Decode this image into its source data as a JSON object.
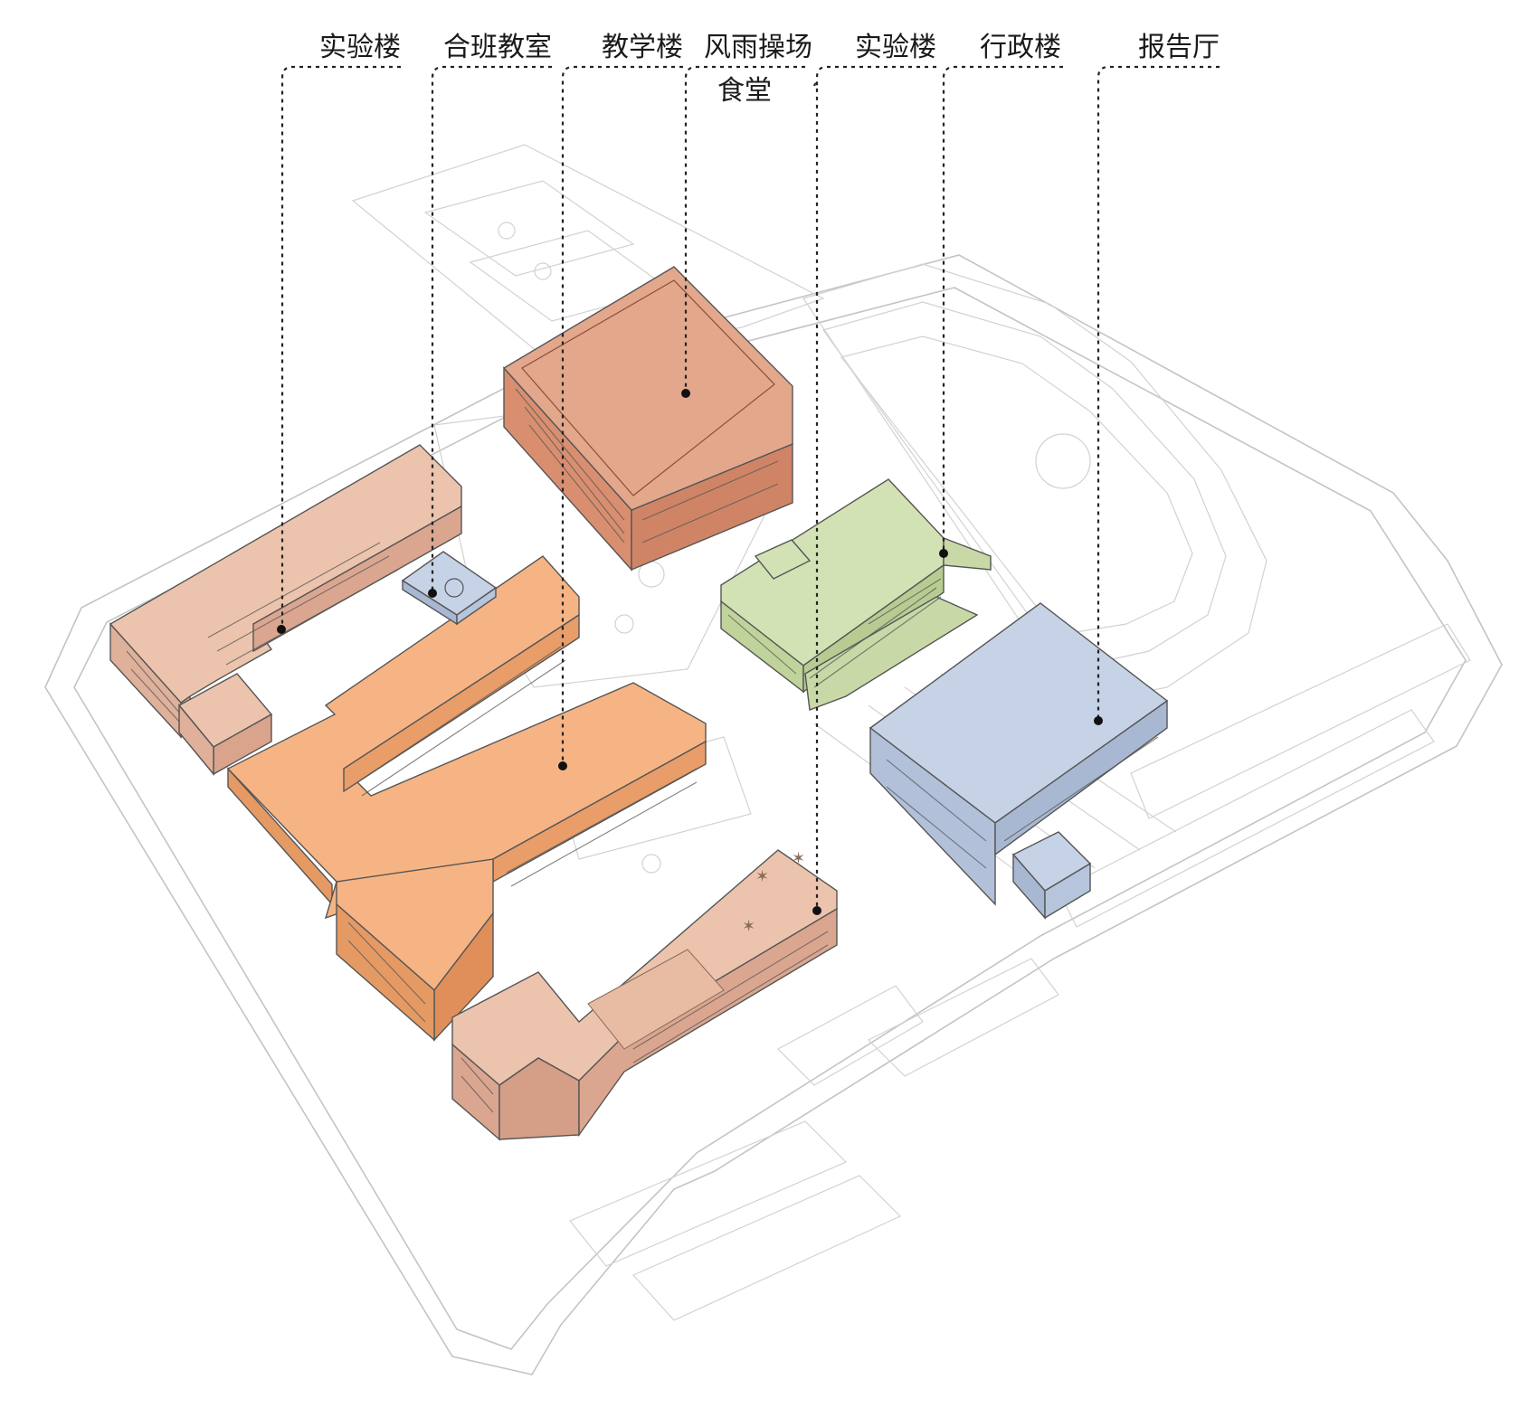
{
  "labels": {
    "lab_left": "实验楼",
    "combined_class": "合班教室",
    "teaching": "教学楼",
    "covered_field": "风雨操场",
    "canteen": "食堂",
    "lab_right": "实验楼",
    "admin": "行政楼",
    "auditorium": "报告厅"
  },
  "colors": {
    "teaching": "#f6b484",
    "lab": "#ecc4ad",
    "hall": "#e3a78c",
    "admin": "#d3e2b4",
    "blue": "#c6d2e6"
  }
}
